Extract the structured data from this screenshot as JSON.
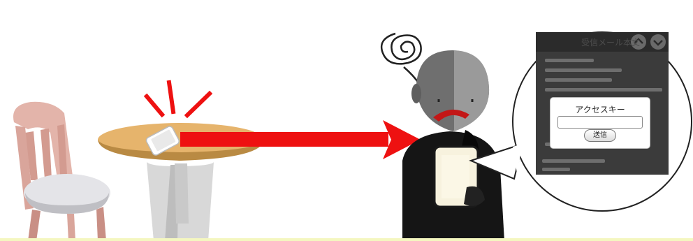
{
  "scene": {
    "icons": [
      "chair-icon",
      "cafe-table-icon",
      "ringing-phone-icon",
      "red-arrow-icon",
      "confused-person-icon",
      "tablet-icon",
      "zoom-bubble-icon"
    ]
  },
  "zoomed_screen": {
    "header_title": "受信メール本文",
    "dialog": {
      "title": "アクセスキー",
      "input_value": "",
      "submit_label": "送信"
    }
  },
  "colors": {
    "arrow": "#ee1111",
    "table_top": "#e3b26d",
    "chair": "#e0b2a8",
    "person": "#555555",
    "screen_bg": "#3d3d3d"
  }
}
